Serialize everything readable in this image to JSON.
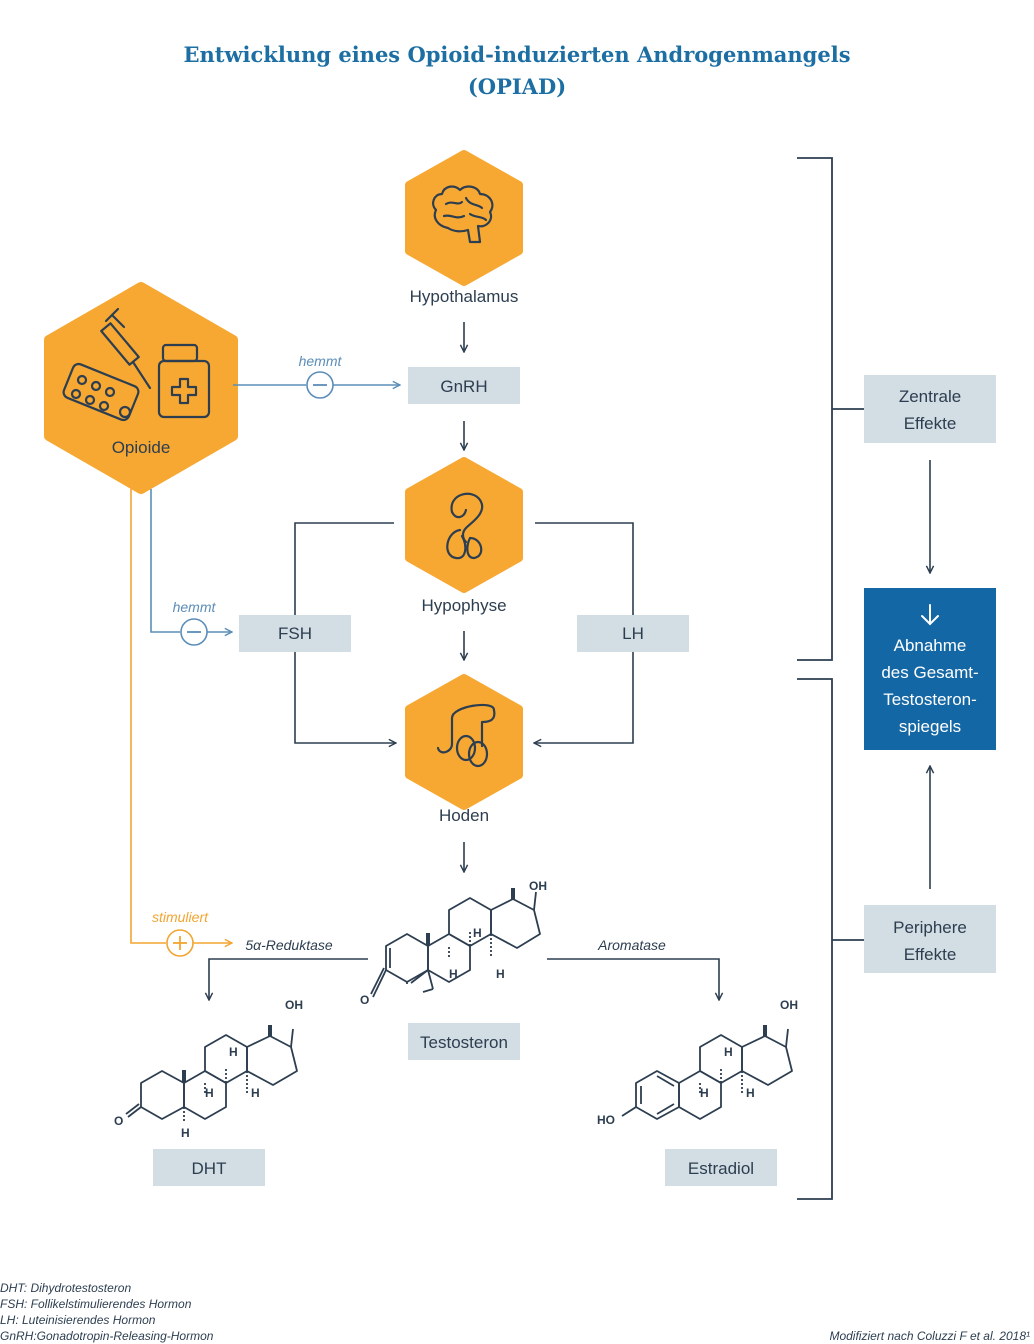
{
  "title": {
    "line1": "Entwicklung eines Opioid-induzierten Androgenmangels",
    "line2": "(OPIAD)"
  },
  "nodes": {
    "hypothalamus": "Hypothalamus",
    "opioide": "Opioide",
    "hypophyse": "Hypophyse",
    "hoden": "Hoden"
  },
  "boxes": {
    "gnrh": "GnRH",
    "fsh": "FSH",
    "lh": "LH",
    "testosteron": "Testosteron",
    "dht": "DHT",
    "estradiol": "Estradiol",
    "zentrale_line1": "Zentrale",
    "zentrale_line2": "Effekte",
    "periphere_line1": "Periphere",
    "periphere_line2": "Effekte",
    "abnahme_line1": "Abnahme",
    "abnahme_line2": "des Gesamt-",
    "abnahme_line3": "Testosteron-",
    "abnahme_line4": "spiegels"
  },
  "edge_labels": {
    "hemmt_gnrh": "hemmt",
    "hemmt_fsh": "hemmt",
    "stimuliert": "stimuliert",
    "reduktase": "5α-Reduktase",
    "aromatase": "Aromatase"
  },
  "atoms": {
    "oh": "OH",
    "ho": "HO",
    "o": "O",
    "h": "H"
  },
  "footnotes": {
    "dht": "DHT: Dihydrotestosteron",
    "fsh": "FSH: Follikelstimulierendes Hormon",
    "lh": "LH: Luteinisierendes Hormon",
    "gnrh": "GnRH:Gonadotropin-Releasing-Hormon",
    "source": "Modifiziert nach Coluzzi F et al. 2018¹"
  },
  "colors": {
    "orange": "#f7a832",
    "dark": "#2d3e50",
    "box": "#d2dde4",
    "accent_blue": "#1467a5",
    "line_blue": "#5b8db8",
    "title_blue": "#1d6fa3"
  }
}
